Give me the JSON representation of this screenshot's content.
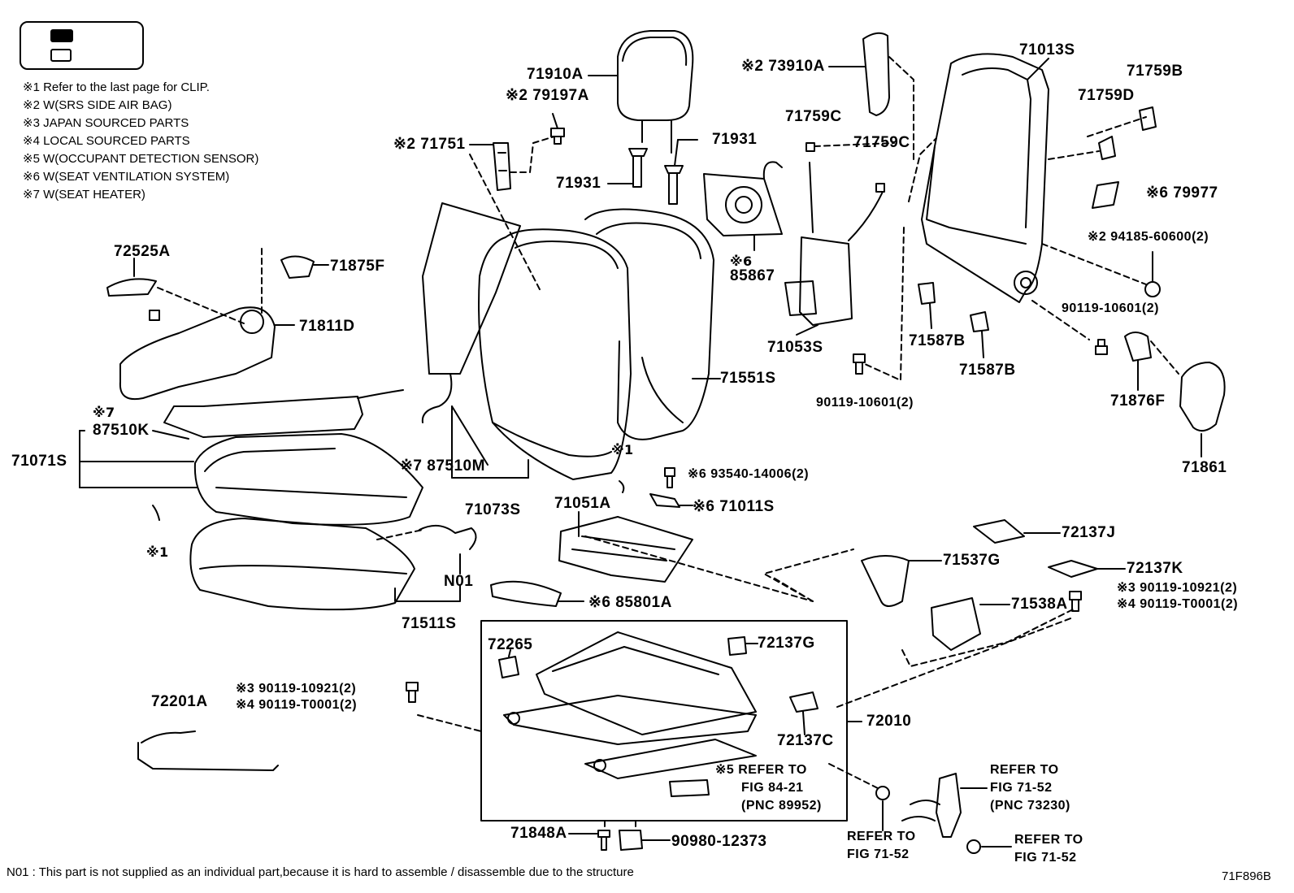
{
  "legend": [
    "※1  Refer to the last page for CLIP.",
    "※2  W(SRS SIDE AIR BAG)",
    "※3  JAPAN SOURCED PARTS",
    "※4  LOCAL SOURCED PARTS",
    "※5  W(OCCUPANT DETECTION SENSOR)",
    "※6  W(SEAT VENTILATION SYSTEM)",
    "※7  W(SEAT HEATER)"
  ],
  "footnote": "N01 : This part is not supplied as an individual part,because it is hard to assemble / disassemble due to the structure",
  "diagram_id": "71F896B",
  "labels": {
    "p71910A": "71910A",
    "p73910A": "※2 73910A",
    "p71013S": "71013S",
    "p71759B": "71759B",
    "p79197A": "※2 79197A",
    "p71759D": "71759D",
    "p71759C_a": "71759C",
    "p71759C_b": "71759C",
    "p71751": "※2 71751",
    "p71931_a": "71931",
    "p71931_b": "71931",
    "p79977": "※6 79977",
    "p94185": "※2 94185-60600(2)",
    "p72525A": "72525A",
    "p71875F": "71875F",
    "p85867_note": "※6",
    "p85867": "85867",
    "p71811D": "71811D",
    "p90119_10601_a": "90119-10601(2)",
    "p71053S": "71053S",
    "p71587B_a": "71587B",
    "p71587B_b": "71587B",
    "p71551S": "71551S",
    "p90119_10601_b": "90119-10601(2)",
    "p71876F": "71876F",
    "p87510K_note": "※7",
    "p87510K": "87510K",
    "p71071S": "71071S",
    "p87510M": "※7 87510M",
    "p71861": "71861",
    "p93540": "※6 93540-14006(2)",
    "clip_note_a": "※1",
    "p71073S": "71073S",
    "p71011S": "※6 71011S",
    "p71051A": "71051A",
    "p72137J": "72137J",
    "clip_note_b": "※1",
    "p71537G": "71537G",
    "pN01": "N01",
    "p72137K": "72137K",
    "p90119_10921_r": "※3 90119-10921(2)",
    "p90119_T0001_r": "※4 90119-T0001(2)",
    "p85801A": "※6 85801A",
    "p71511S": "71511S",
    "p71538A": "71538A",
    "p72265": "72265",
    "p72137G": "72137G",
    "p72201A": "72201A",
    "p90119_10921_l": "※3 90119-10921(2)",
    "p90119_T0001_l": "※4 90119-T0001(2)",
    "p72010": "72010",
    "p72137C": "72137C",
    "ref_84_21_a": "※5 REFER TO",
    "ref_84_21_b": "FIG 84-21",
    "ref_84_21_c": "(PNC 89952)",
    "ref_71_52_top_a": "REFER TO",
    "ref_71_52_top_b": "FIG 71-52",
    "ref_71_52_top_c": "(PNC 73230)",
    "p71848A": "71848A",
    "p90980": "90980-12373",
    "ref_71_52_l_a": "REFER TO",
    "ref_71_52_l_b": "FIG 71-52",
    "ref_71_52_r_a": "REFER TO",
    "ref_71_52_r_b": "FIG 71-52"
  }
}
